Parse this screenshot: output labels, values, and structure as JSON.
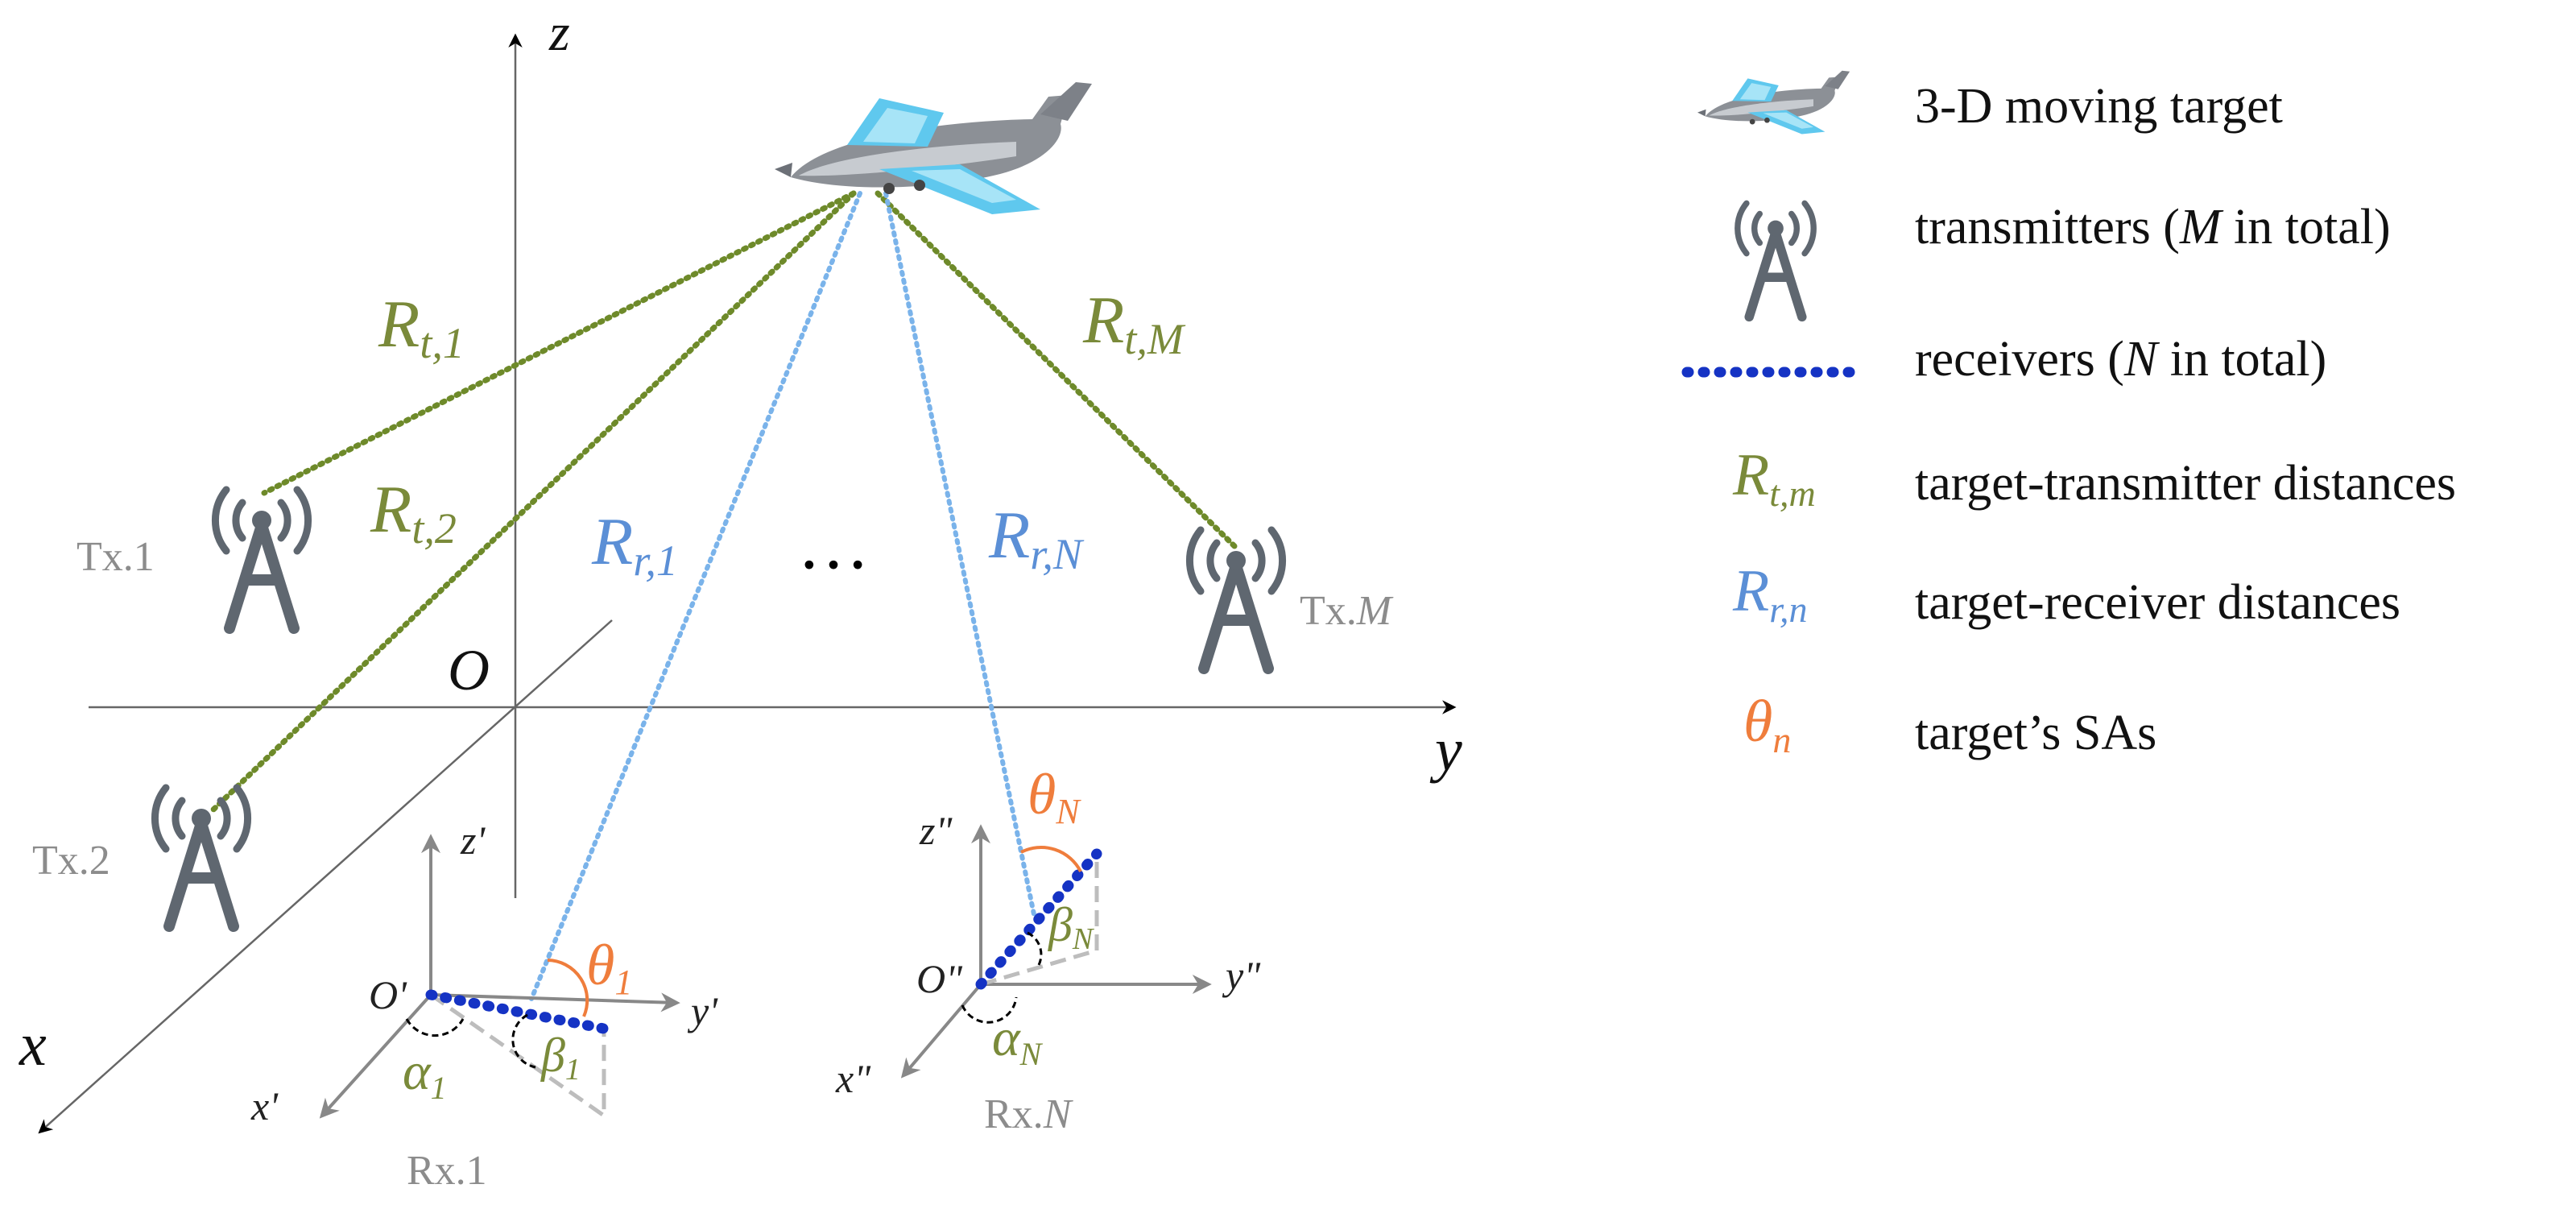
{
  "colors": {
    "transmitter_link": "#6e8a2a",
    "receiver_link": "#7ab3ea",
    "receiver_array": "#1533c4",
    "angle": "#ef7d3c",
    "green_math": "#7a8a3a",
    "blue_math": "#5b8fd6",
    "gray_label": "#8c8c8c",
    "tower": "#5f6770"
  },
  "axes": {
    "z": "z",
    "y": "y",
    "x": "x",
    "origin": "O"
  },
  "transmitters": {
    "tx1": "Tx.1",
    "tx2": "Tx.2",
    "txM_prefix": "Tx.",
    "txM_var": "M"
  },
  "receivers": {
    "rx1": "Rx.1",
    "rxN_prefix": "Rx.",
    "rxN_var": "N"
  },
  "ranges": {
    "symbol": "R",
    "t1_sub": "t,1",
    "t2_sub": "t,2",
    "tM_sub": "t,M",
    "r1_sub": "r,1",
    "rN_sub": "r,N"
  },
  "ellipsis": "…",
  "local_frame_1": {
    "origin": "O'",
    "z": "z'",
    "y": "y'",
    "x": "x'",
    "theta": "θ",
    "theta_sub": "1",
    "beta": "β",
    "beta_sub": "1",
    "alpha": "α",
    "alpha_sub": "1"
  },
  "local_frame_N": {
    "origin": "O\"",
    "z": "z\"",
    "y": "y\"",
    "x": "x\"",
    "theta": "θ",
    "theta_sub": "N",
    "beta": "β",
    "beta_sub": "N",
    "alpha": "α",
    "alpha_sub": "N"
  },
  "icons": {
    "target": "airplane-icon",
    "transmitter": "radio-tower-icon",
    "receiver": "receiver-array-icon"
  },
  "legend": {
    "target_label": "3-D moving target",
    "tx_label_pre": "transmitters (",
    "tx_label_var": "M",
    "tx_label_post": " in total)",
    "rx_label_pre": "receivers  (",
    "rx_label_var": "N",
    "rx_label_post": " in total)",
    "rt_symbol": "R",
    "rt_sub": "t,m",
    "rt_label": "target-transmitter distances",
    "rr_symbol": "R",
    "rr_sub": "r,n",
    "rr_label": "target-receiver distances",
    "theta_symbol": "θ",
    "theta_sub": "n",
    "theta_label": "target’s SAs"
  }
}
